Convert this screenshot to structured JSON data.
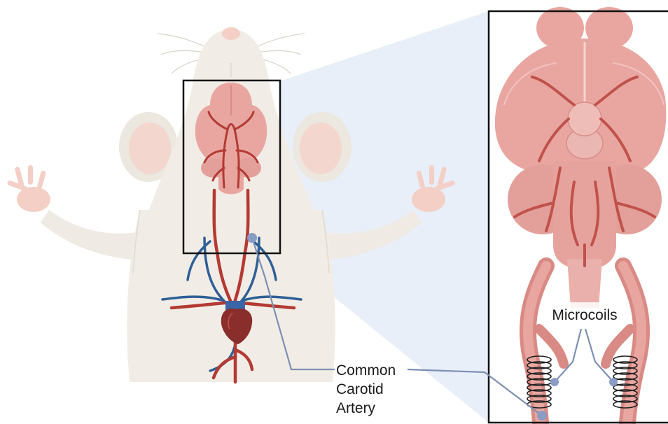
{
  "figure": {
    "labels": {
      "microcoils": "Microcoils",
      "carotid": [
        "Common",
        "Carotid",
        "Artery"
      ]
    },
    "colors": {
      "mouse_fur": "#f1ede6",
      "mouse_skin": "#f3cfc6",
      "brain": "#e9a6a1",
      "brain_shade": "#d98d88",
      "artery": "#b33a33",
      "vein": "#2f5f96",
      "heart": "#8a2e2b",
      "zoom_band": "#dce6f5",
      "callout": "#7d8fb3",
      "coil": "#1f1f1f",
      "box": "#111111"
    }
  }
}
